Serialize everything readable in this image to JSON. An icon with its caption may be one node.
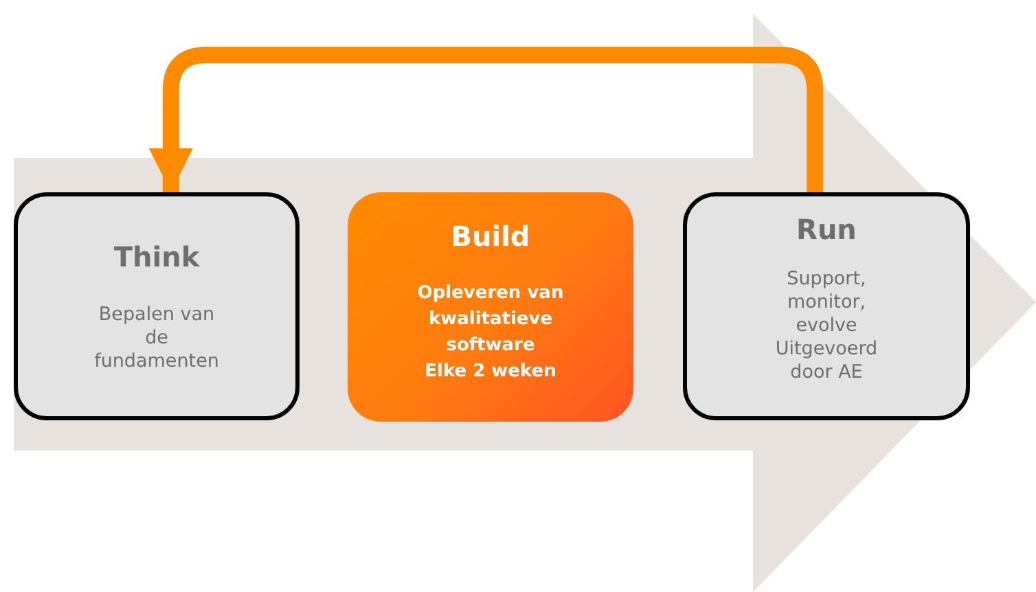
{
  "diagram": {
    "nodes": [
      {
        "text": [
          "Think",
          "Bepalen van de fundamenten"
        ]
      },
      {
        "text": [
          "Build",
          "Opleveren van kwalitatieve software",
          "Elke 2 weken"
        ]
      },
      {
        "text": [
          "Run",
          "Support, monitor, evolve",
          "Uitgevoerd door AE"
        ]
      }
    ],
    "edges": [
      {
        "from": 2,
        "to": 0,
        "arrow": "to"
      }
    ]
  }
}
